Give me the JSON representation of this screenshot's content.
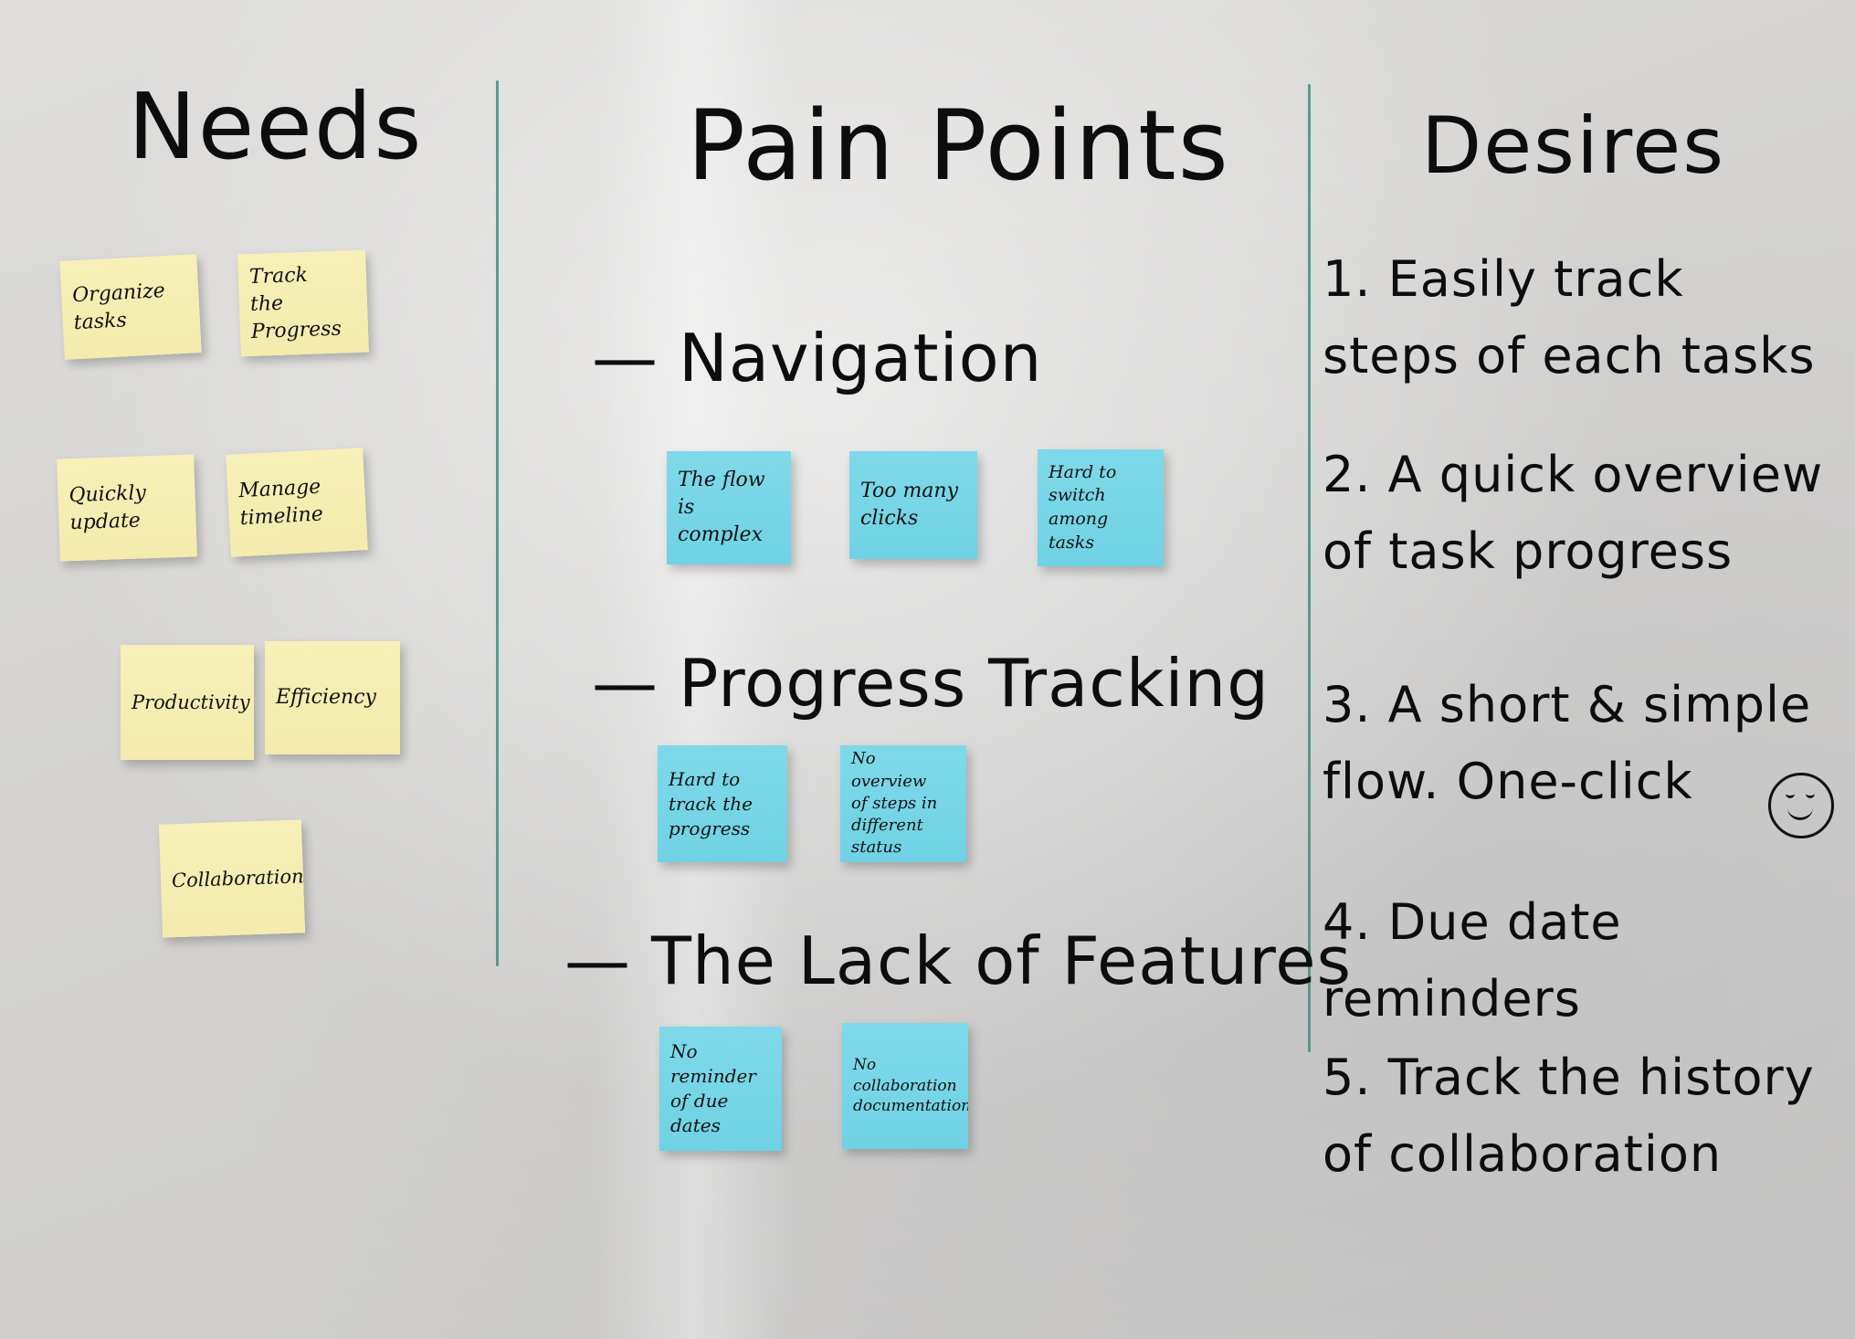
{
  "columns": {
    "needs": {
      "title": "Needs",
      "notes": [
        "Organize\ntasks",
        "Track\nthe Progress",
        "Quickly\nupdate",
        "Manage\ntimeline",
        "Productivity",
        "Efficiency",
        "Collaboration"
      ],
      "note_color": "#f3ecad"
    },
    "pain_points": {
      "title": "Pain Points",
      "groups": [
        {
          "label": "Navigation",
          "notes": [
            "The flow\nis complex",
            "Too many\nclicks",
            "Hard to\nswitch among\ntasks"
          ]
        },
        {
          "label": "Progress Tracking",
          "notes": [
            "Hard to\ntrack the\nprogress",
            "No overview\nof steps in\ndifferent status"
          ]
        },
        {
          "label": "The Lack of Features",
          "notes": [
            "No reminder\nof due dates",
            "No collaboration\ndocumentation"
          ]
        }
      ],
      "dash": "—",
      "note_color": "#6fd2e4"
    },
    "desires": {
      "title": "Desires",
      "items": [
        "1. Easily track\n   steps of each tasks",
        "2. A quick overview\n   of task progress",
        "3. A short & simple\n   flow. One-click",
        "4. Due date reminders",
        "5. Track the history\n   of collaboration"
      ],
      "smiley_icon": "smiley-face-icon"
    }
  },
  "divider_color": "#3f8f80"
}
